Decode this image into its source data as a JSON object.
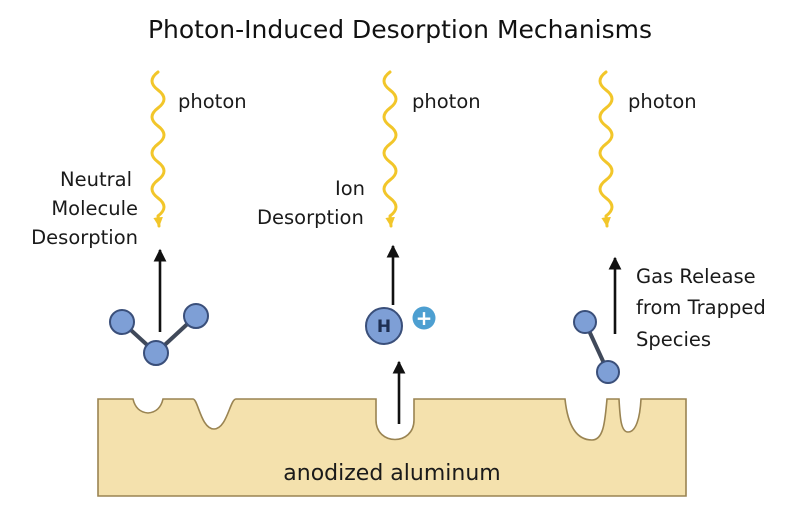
{
  "title": "Photon-Induced Desorption Mechanisms",
  "photon_label": "photon",
  "mechanisms": {
    "neutral": {
      "line1": "Neutral",
      "line2": "Molecule",
      "line3": "Desorption"
    },
    "ion": {
      "line1": "Ion",
      "line2": "Desorption"
    },
    "gas": {
      "line1": "Gas Release",
      "line2": "from Trapped",
      "line3": "Species"
    }
  },
  "ion_atom": {
    "symbol": "H",
    "charge": "+"
  },
  "surface_label": "anodized aluminum",
  "colors": {
    "photon": "#f2c62a",
    "atom": "#7e9fd6",
    "ion_charge": "#4d9fd1",
    "surface": "#f4e1ad",
    "arrow": "#111111"
  }
}
